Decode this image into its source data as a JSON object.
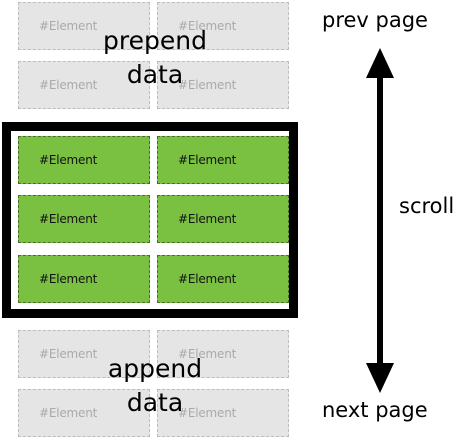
{
  "diagram": {
    "element_label": "#Element",
    "prepend_label": "prepend\ndata",
    "append_label": "append\ndata",
    "prev_page_label": "prev page",
    "next_page_label": "next page",
    "scroll_label": "scroll",
    "colors": {
      "ghost_fill": "#e5e5e5",
      "active_fill": "#7ac142",
      "viewport_border": "#000000"
    }
  }
}
